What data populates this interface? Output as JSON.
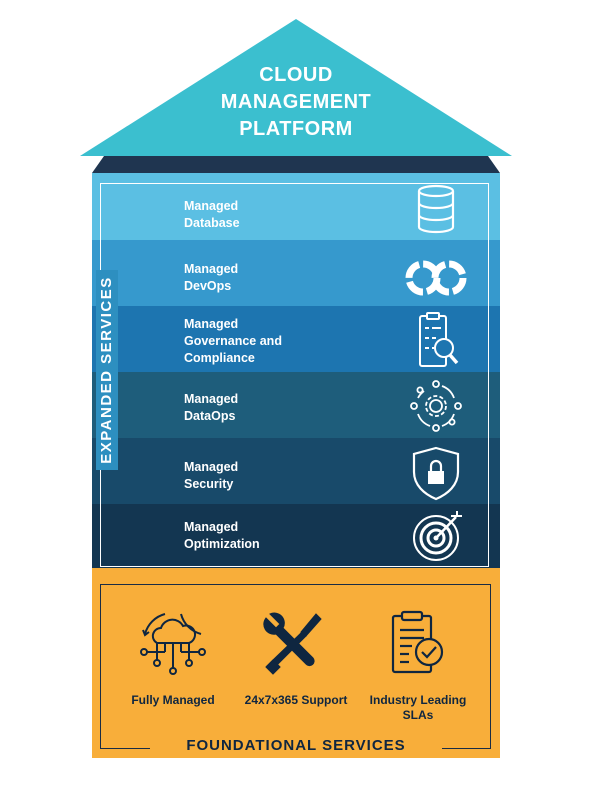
{
  "roof": {
    "title_lines": [
      "CLOUD",
      "MANAGEMENT",
      "PLATFORM"
    ],
    "color": "#3bbfcf",
    "eave_color": "#1f3550"
  },
  "expanded": {
    "side_label": "EXPANDED SERVICES",
    "bands": [
      {
        "lines": [
          "Managed",
          "Database"
        ],
        "icon": "database-icon",
        "color": "#5bbfe3"
      },
      {
        "lines": [
          "Managed",
          "DevOps"
        ],
        "icon": "infinity-loop-icon",
        "color": "#3699cd"
      },
      {
        "lines": [
          "Managed",
          "Governance and",
          "Compliance"
        ],
        "icon": "clipboard-magnifier-icon",
        "color": "#1d75b0"
      },
      {
        "lines": [
          "Managed",
          "DataOps"
        ],
        "icon": "gear-cycle-icon",
        "color": "#1e5d7b"
      },
      {
        "lines": [
          "Managed",
          "Security"
        ],
        "icon": "shield-lock-icon",
        "color": "#184a6a"
      },
      {
        "lines": [
          "Managed",
          "Optimization"
        ],
        "icon": "target-icon",
        "color": "#133651"
      }
    ]
  },
  "foundational": {
    "title": "FOUNDATIONAL SERVICES",
    "color": "#f8ae3a",
    "items": [
      {
        "lines": [
          "Fully Managed"
        ],
        "icon": "cloud-network-icon"
      },
      {
        "lines": [
          "24x7x365 Support"
        ],
        "icon": "wrench-screwdriver-icon"
      },
      {
        "lines": [
          "Industry Leading",
          "SLAs"
        ],
        "icon": "clipboard-check-icon"
      }
    ]
  }
}
